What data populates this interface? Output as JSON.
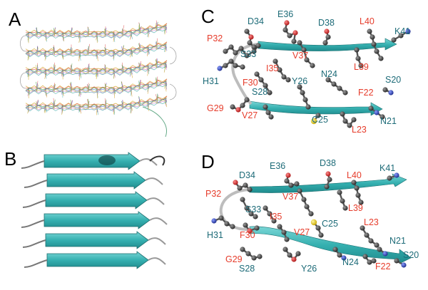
{
  "panels": [
    {
      "label": "A"
    },
    {
      "label": "B"
    },
    {
      "label": "C"
    },
    {
      "label": "D"
    }
  ],
  "panel_c": {
    "residues": [
      {
        "text": "D34",
        "color": "teal"
      },
      {
        "text": "E36",
        "color": "teal"
      },
      {
        "text": "D38",
        "color": "teal"
      },
      {
        "text": "L40",
        "color": "red"
      },
      {
        "text": "K41",
        "color": "teal"
      },
      {
        "text": "P32",
        "color": "red"
      },
      {
        "text": "S33",
        "color": "teal"
      },
      {
        "text": "V37",
        "color": "red"
      },
      {
        "text": "L39",
        "color": "red"
      },
      {
        "text": "I35",
        "color": "red"
      },
      {
        "text": "Y26",
        "color": "teal"
      },
      {
        "text": "N24",
        "color": "teal"
      },
      {
        "text": "S20",
        "color": "teal"
      },
      {
        "text": "H31",
        "color": "teal"
      },
      {
        "text": "F30",
        "color": "red"
      },
      {
        "text": "S28",
        "color": "teal"
      },
      {
        "text": "F22",
        "color": "red"
      },
      {
        "text": "G29",
        "color": "red"
      },
      {
        "text": "V27",
        "color": "red"
      },
      {
        "text": "C25",
        "color": "teal"
      },
      {
        "text": "N21",
        "color": "teal"
      },
      {
        "text": "L23",
        "color": "red"
      }
    ]
  },
  "panel_d": {
    "residues": [
      {
        "text": "E36",
        "color": "teal"
      },
      {
        "text": "D38",
        "color": "teal"
      },
      {
        "text": "D34",
        "color": "teal"
      },
      {
        "text": "L40",
        "color": "red"
      },
      {
        "text": "K41",
        "color": "teal"
      },
      {
        "text": "P32",
        "color": "red"
      },
      {
        "text": "V37",
        "color": "red"
      },
      {
        "text": "S33",
        "color": "teal"
      },
      {
        "text": "I35",
        "color": "red"
      },
      {
        "text": "L39",
        "color": "red"
      },
      {
        "text": "L23",
        "color": "red"
      },
      {
        "text": "H31",
        "color": "teal"
      },
      {
        "text": "F30",
        "color": "red"
      },
      {
        "text": "V27",
        "color": "red"
      },
      {
        "text": "C25",
        "color": "teal"
      },
      {
        "text": "N21",
        "color": "teal"
      },
      {
        "text": "G29",
        "color": "red"
      },
      {
        "text": "S20",
        "color": "teal"
      },
      {
        "text": "S28",
        "color": "teal"
      },
      {
        "text": "Y26",
        "color": "teal"
      },
      {
        "text": "N24",
        "color": "teal"
      },
      {
        "text": "F22",
        "color": "red"
      }
    ]
  },
  "colors": {
    "red_label": "#e63c2b",
    "teal_label": "#1d6b78",
    "ribbon": "#3fb8b8",
    "atom_dark": "#3a3a3a",
    "atom_red": "#d42020",
    "atom_blue": "#2a3fa8",
    "atom_yellow": "#e8d020"
  }
}
